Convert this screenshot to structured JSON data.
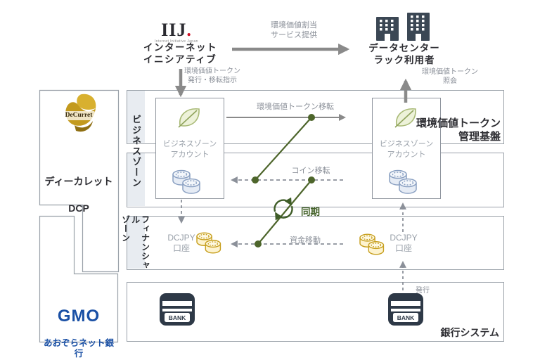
{
  "iij": {
    "logo": "IIJ",
    "logo_dot": ".",
    "tagline": "Internet Initiative Japan",
    "name": "インターネット\nイニシアティブ"
  },
  "datacenter": {
    "name": "データセンター\nラック利用者"
  },
  "decurret": {
    "logo": "DeCurret",
    "name": "ディーカレット",
    "sub": "DCP"
  },
  "gmo": {
    "logo": "GMO",
    "name": "あおぞらネット銀行"
  },
  "zones": {
    "business": "ビジネスゾーン",
    "financial": "フィナンシャル\nゾーン"
  },
  "labels": {
    "service_provide": "環境価値割当\nサービス提供",
    "issue_instruction": "環境価値トークン\n発行・移転指示",
    "inquiry": "環境価値トークン\n照会",
    "token_mgmt": "環境価値トークン\n管理基盤",
    "account": "ビジネスゾーン\nアカウント",
    "dcjpy": "DCJPY\n口座",
    "bank_system": "銀行システム",
    "bank": "BANK",
    "token_transfer": "環境価値トークン移転",
    "coin_transfer": "コイン移転",
    "fund_transfer": "資金移動",
    "sync": "同期",
    "issue": "発行"
  },
  "colors": {
    "green_line": "#4d652b",
    "sync_green": "#3f5d28",
    "arrow_gray": "#8a8a8a",
    "dash_gray": "#8b9099",
    "band": "#e8ecf1",
    "coin_blue": "#8aa0c2",
    "coin_gold": "#c79f1e",
    "gmo_blue": "#1a50a5",
    "iij_red": "#cf1126",
    "bank_navy": "#2e3947"
  }
}
